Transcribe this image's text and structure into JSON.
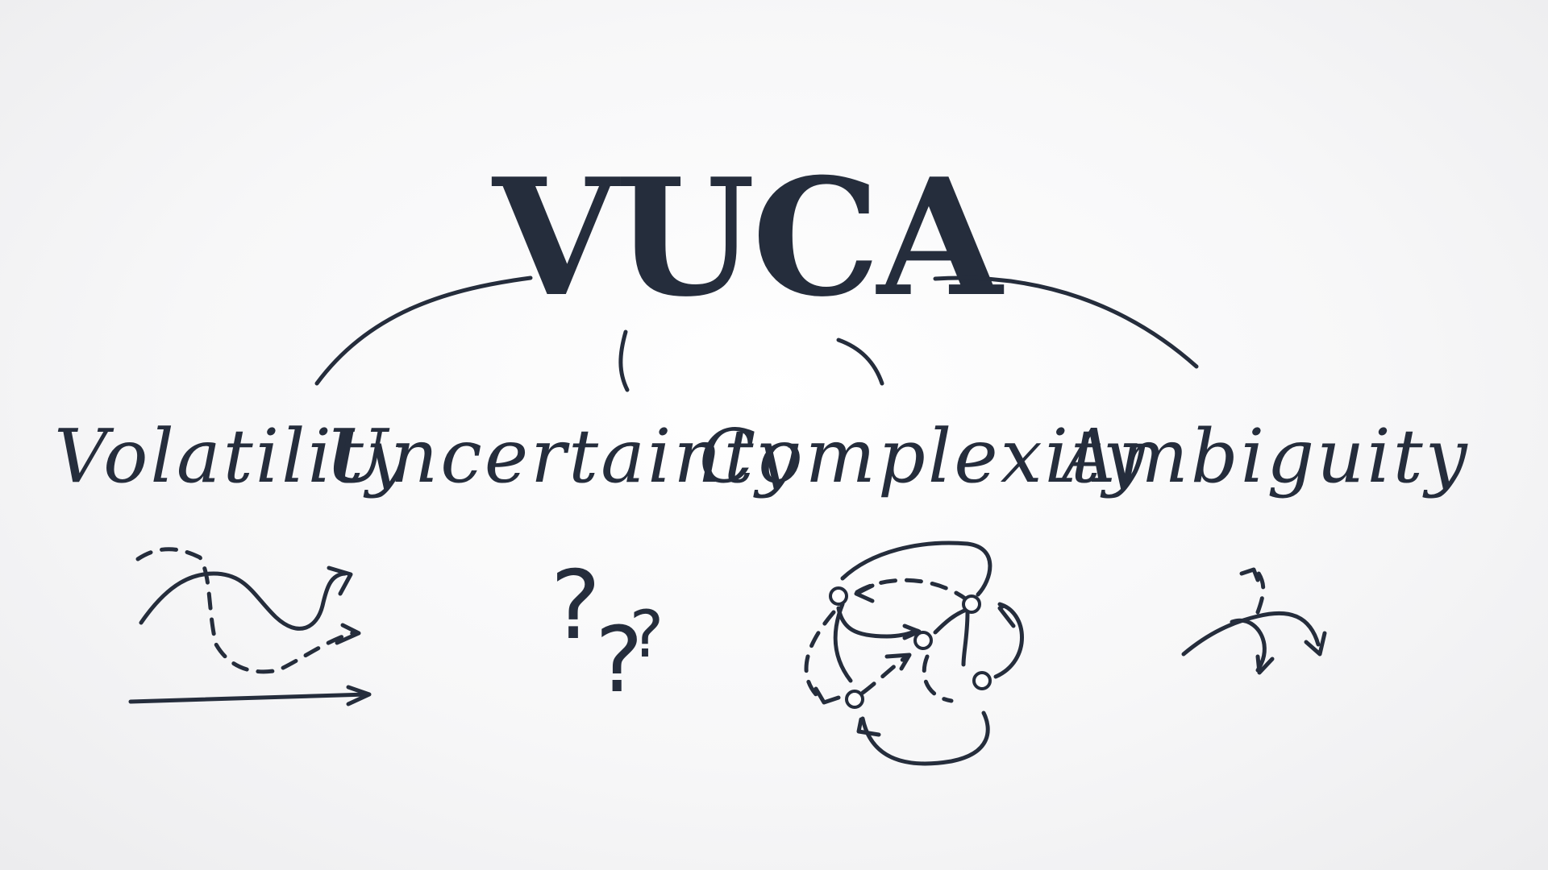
{
  "title": "VUCA",
  "terms": [
    {
      "label": "Volatility",
      "icon": "wavy-arrows-icon"
    },
    {
      "label": "Uncertainty",
      "icon": "question-marks-icon"
    },
    {
      "label": "Complexity",
      "icon": "network-arrows-icon"
    },
    {
      "label": "Ambiguity",
      "icon": "branching-arrows-icon"
    }
  ],
  "question_marks": [
    "?",
    "?",
    "?"
  ],
  "ink_color": "#252d3c"
}
